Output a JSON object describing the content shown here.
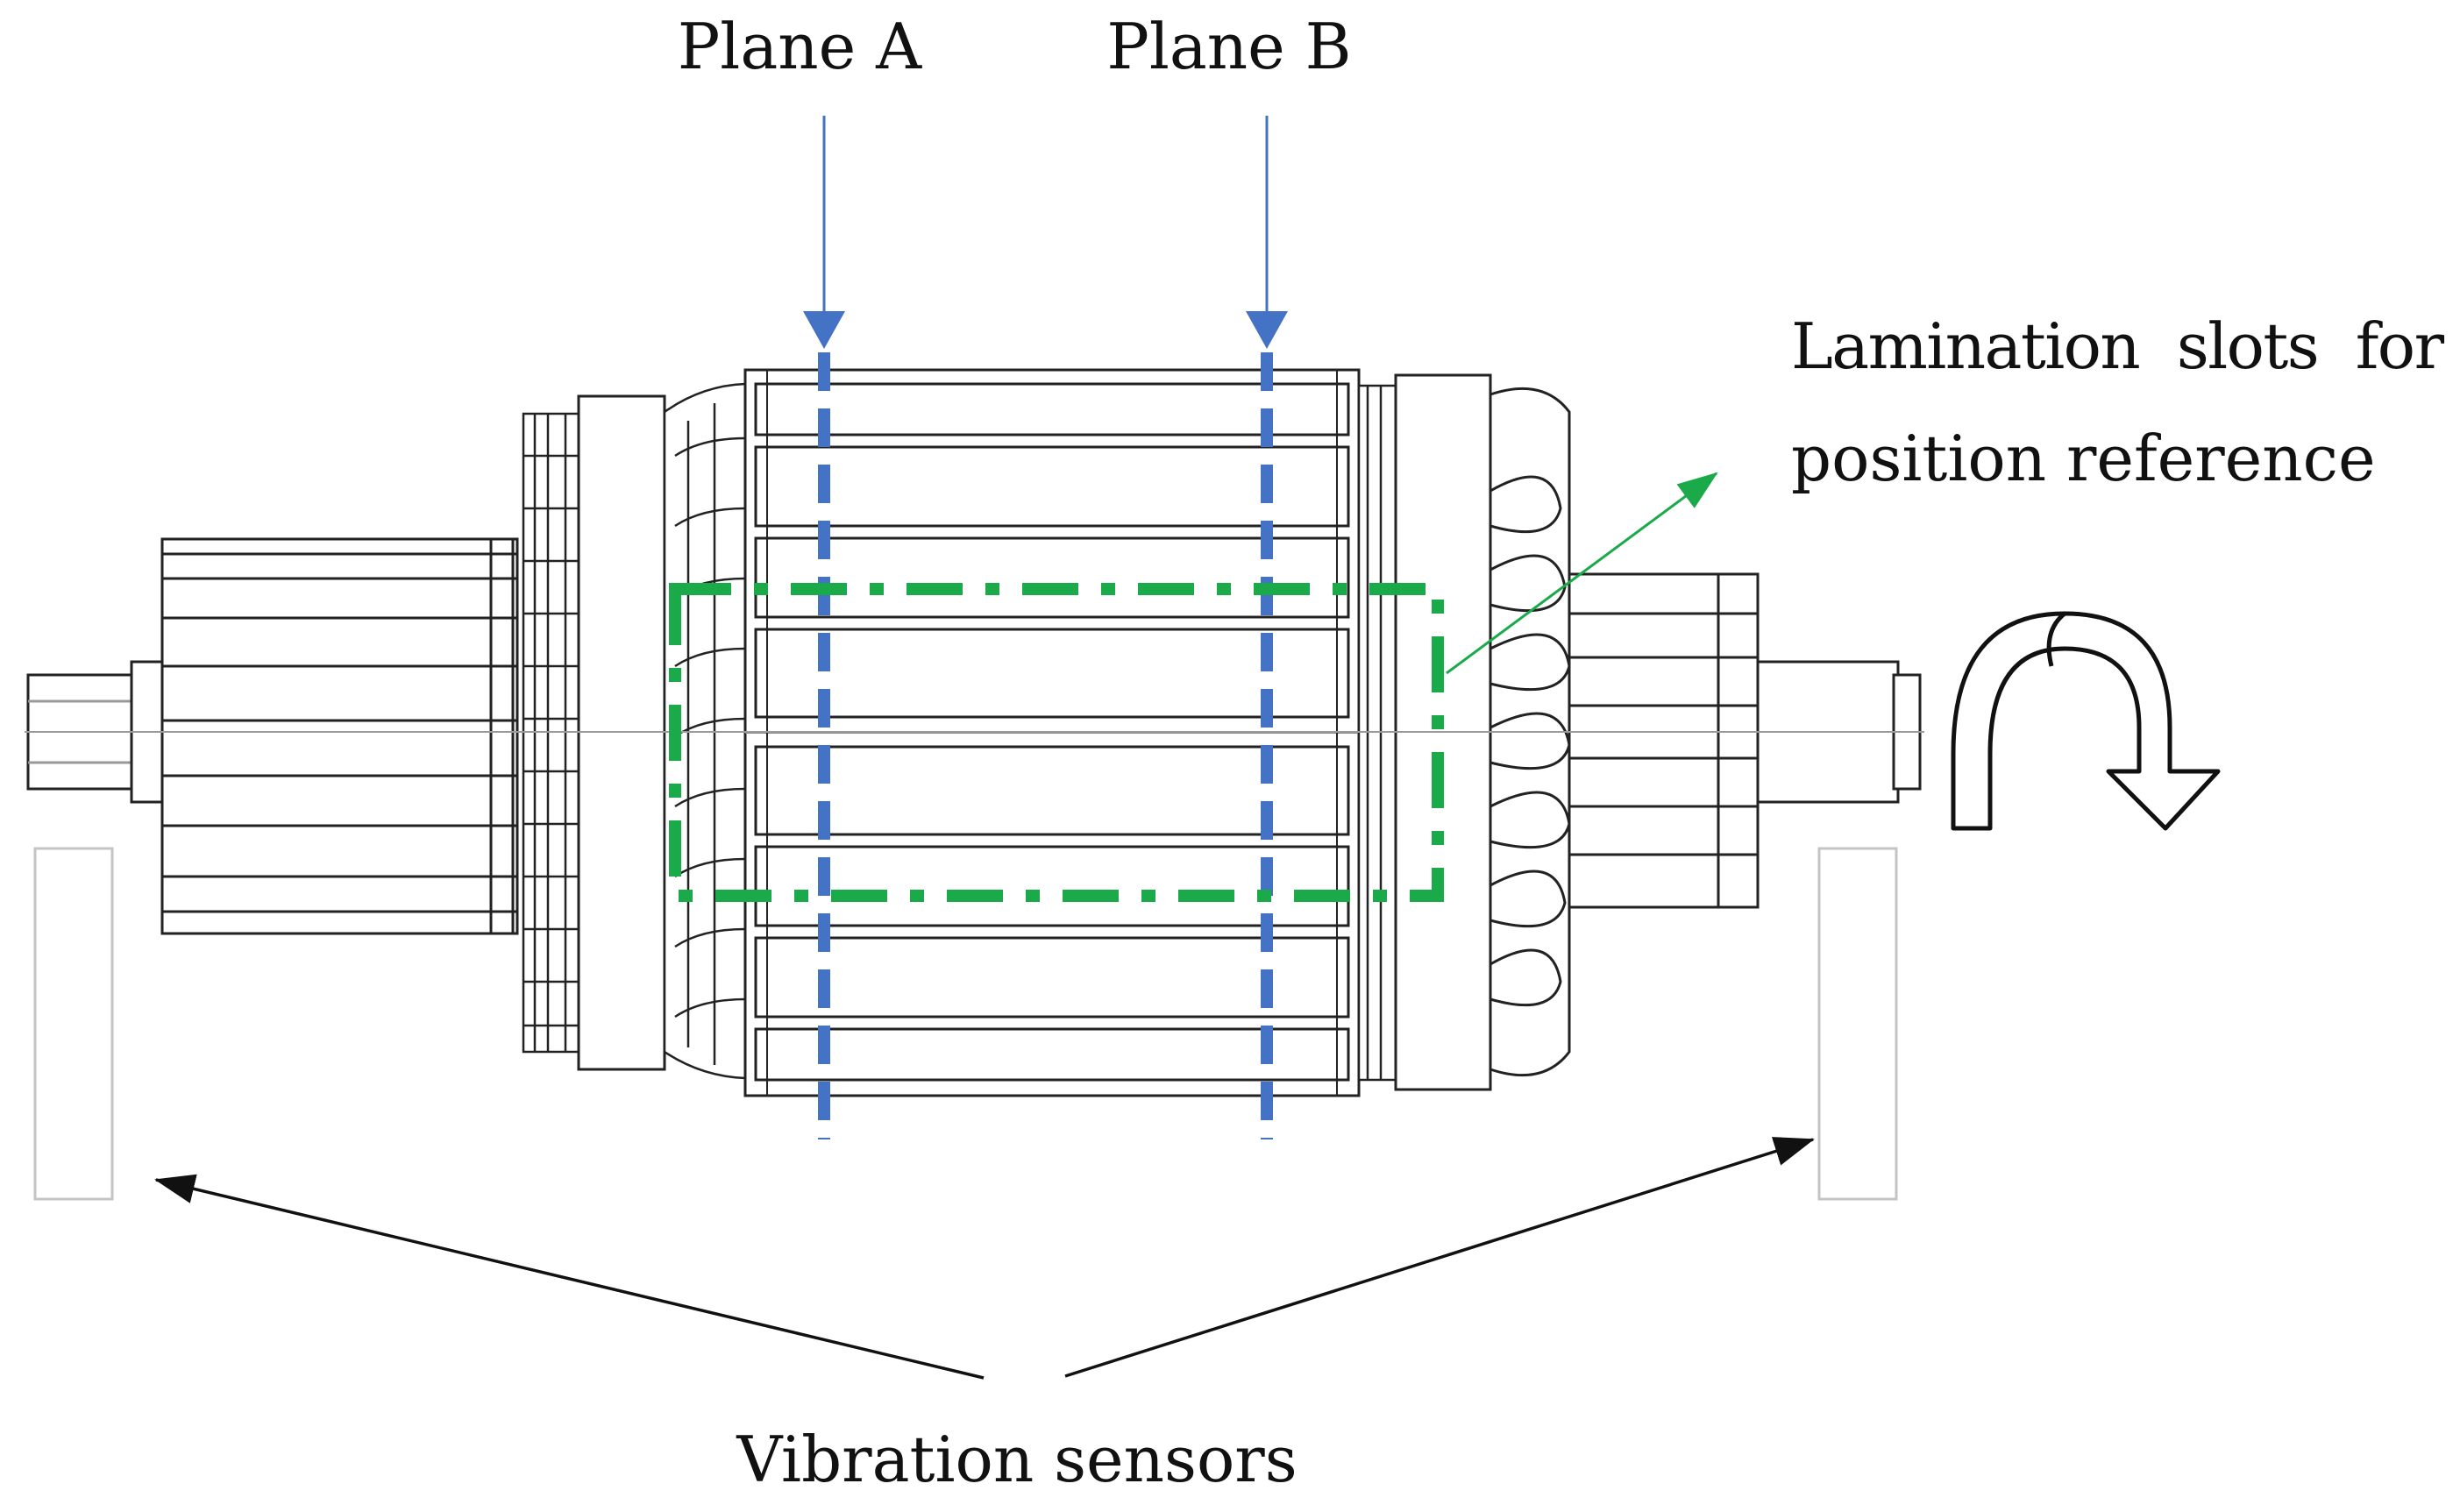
{
  "labels": {
    "plane_a": "Plane A",
    "plane_b": "Plane B",
    "lamination_line1": "Lamination  slots  for",
    "lamination_line2": "position reference",
    "sensors": "Vibration sensors"
  },
  "colors": {
    "plane_lines": "#4472c4",
    "reference_box": "#1aaa4a",
    "reference_arrow": "#1aaa4a",
    "outline": "#222222",
    "light_outline": "#bdbdbd"
  },
  "icons": {
    "rotation": "curved-rotation-arrow-icon"
  }
}
